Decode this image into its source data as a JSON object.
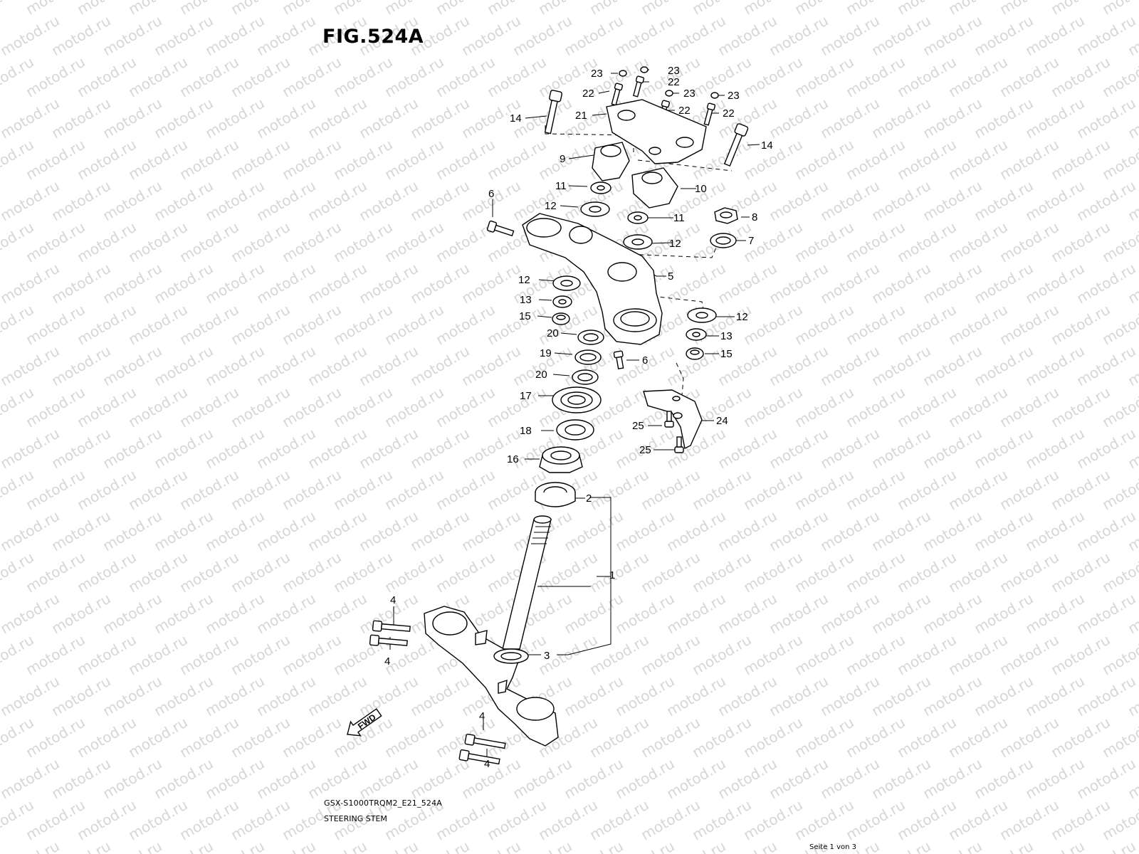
{
  "watermark_text": "motod.ru",
  "figure": {
    "title": "FIG.524A",
    "model_code": "GSX-S1000TRQM2_E21_524A",
    "section_name": "STEERING STEM",
    "fwd_label": "FWD"
  },
  "page_indicator": "Seite 1 von 3",
  "callouts": [
    "23",
    "23",
    "22",
    "22",
    "23",
    "23",
    "21",
    "22",
    "22",
    "14",
    "14",
    "9",
    "10",
    "11",
    "6",
    "12",
    "11",
    "8",
    "12",
    "7",
    "5",
    "12",
    "13",
    "15",
    "12",
    "13",
    "20",
    "15",
    "6",
    "19",
    "20",
    "17",
    "24",
    "25",
    "18",
    "25",
    "16",
    "2",
    "1",
    "4",
    "4",
    "3",
    "4",
    "4"
  ]
}
